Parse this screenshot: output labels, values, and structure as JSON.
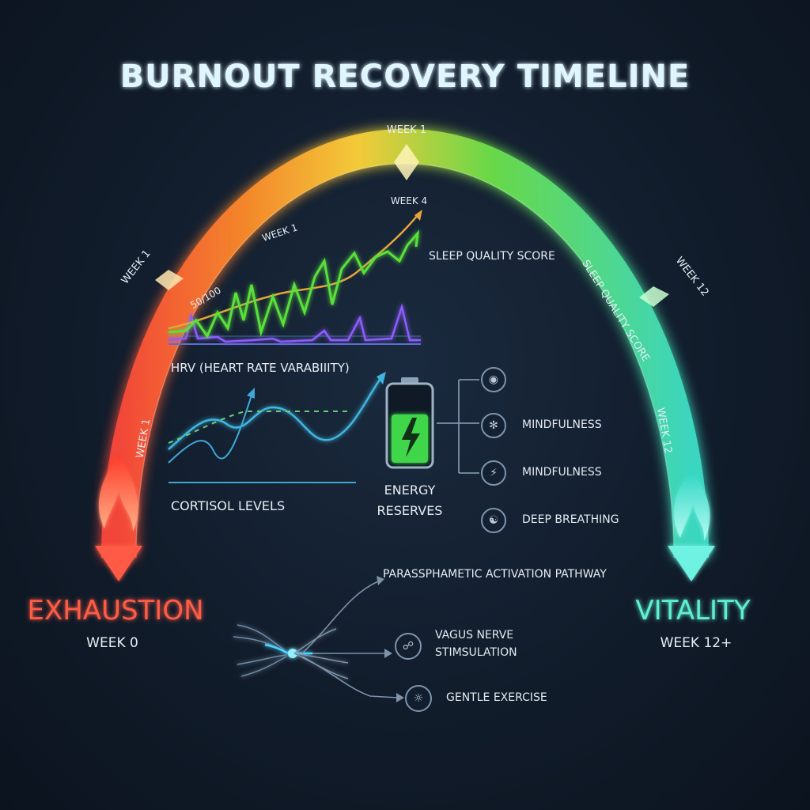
{
  "title": "BURNOUT RECOVERY TIMELINE",
  "arc": {
    "start_label": "EXHAUSTION",
    "start_week": "WEEK 0",
    "end_label": "VITALITY",
    "end_week": "WEEK 12+",
    "markers": {
      "top": "WEEK 1",
      "left_upper": "WEEK 1",
      "left_lower": "WEEK 1",
      "right_upper": "WEEK 12",
      "right_lower": "WEEK 12",
      "right_curve_text": "SLEEP QUALITY SCORE"
    },
    "colors": {
      "red": "#ff4a3a",
      "orange": "#ff8c2a",
      "yellow": "#ffd43a",
      "green": "#6ee24a",
      "teal": "#3ee0c8"
    }
  },
  "charts": {
    "sleep": {
      "label": "SLEEP QUALITY SCORE",
      "week_label_a": "WEEK 1",
      "week_label_b": "WEEK 4",
      "score": "50/100"
    },
    "hrv": {
      "label": "HRV (HEART RATE VARABIIITY)"
    },
    "cortisol": {
      "label": "CORTISOL LEVELS"
    }
  },
  "energy": {
    "line1": "ENERGY",
    "line2": "RESERVES",
    "fill_fraction": 0.65
  },
  "interventions": [
    {
      "label": "",
      "icon": "brain-icon"
    },
    {
      "label": "MINDFULNESS",
      "icon": "lotus-icon"
    },
    {
      "label": "MINDFULNESS",
      "icon": "shield-icon"
    },
    {
      "label": "DEEP BREATHING",
      "icon": "lungs-icon"
    }
  ],
  "pathway": {
    "title": "PARASSPHAMETIC ACTIVATION PATHWAY",
    "items": [
      {
        "line1": "VAGUS NERVE",
        "line2": "STIMSULATION",
        "icon": "ear-icon"
      },
      {
        "line1": "GENTLE EXERCISE",
        "line2": "",
        "icon": "globe-icon"
      }
    ]
  }
}
